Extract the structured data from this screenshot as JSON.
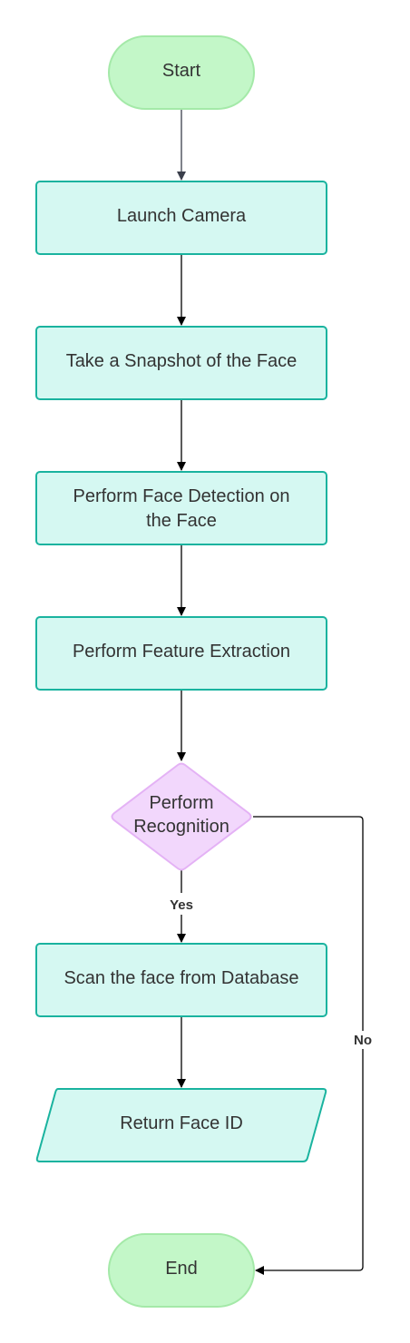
{
  "diagram": {
    "colors": {
      "terminal_fill": "#c3f7c8",
      "terminal_stroke": "#a4e9a8",
      "process_fill": "#d5f8f2",
      "process_stroke": "#1ab39f",
      "decision_fill": "#f2d7fc",
      "decision_stroke": "#e4b2f5",
      "edge": "#000000"
    },
    "nodes": {
      "start": {
        "label": "Start"
      },
      "launch_camera": {
        "label": "Launch Camera"
      },
      "take_snapshot": {
        "label": "Take a Snapshot of the Face"
      },
      "face_detection": {
        "lines": [
          "Perform Face Detection on",
          "the Face"
        ]
      },
      "feature_extraction": {
        "label": "Perform Feature Extraction"
      },
      "recognition": {
        "lines": [
          "Perform",
          "Recognition"
        ]
      },
      "scan_face": {
        "label": "Scan the face from Database"
      },
      "return_face_id": {
        "label": "Return Face ID"
      },
      "end": {
        "label": "End"
      }
    },
    "edges": {
      "yes_label": "Yes",
      "no_label": "No"
    }
  }
}
